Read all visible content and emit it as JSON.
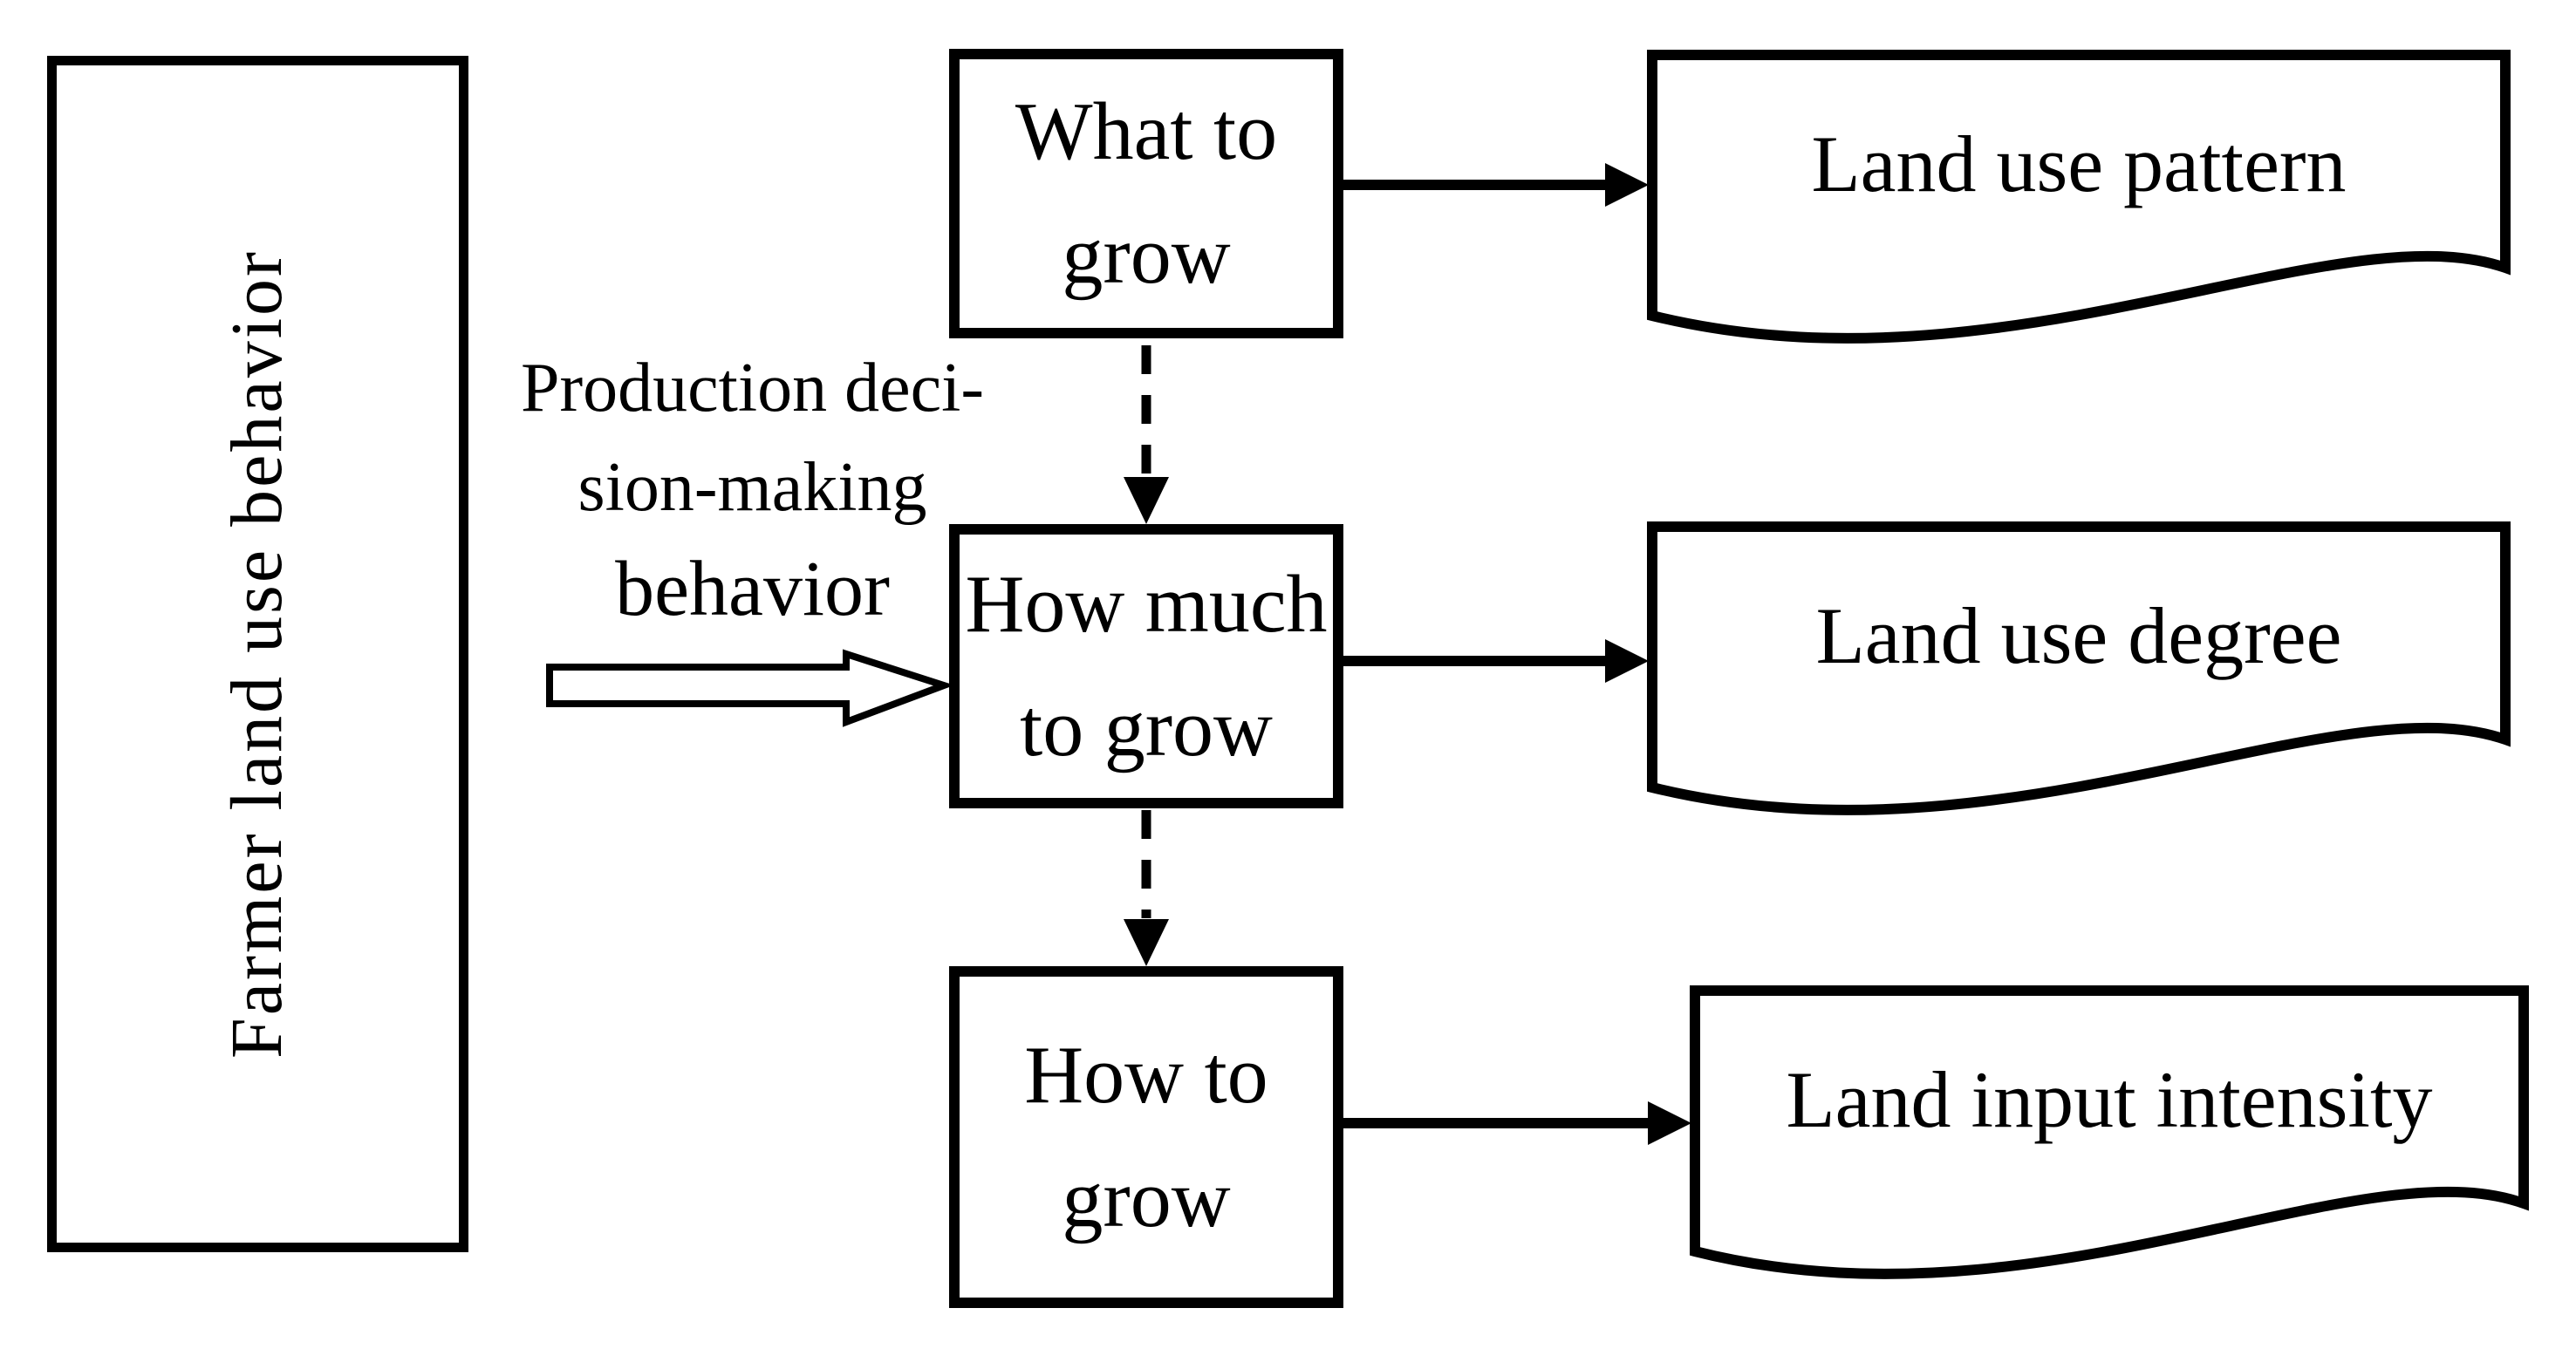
{
  "figure": {
    "type": "flow-diagram",
    "background_color": "#ffffff",
    "ink_color": "#000000"
  },
  "left_panel": {
    "label": "Farmer land use behavior"
  },
  "decision_caption": {
    "line1": "Production deci-",
    "line2": "sion-making",
    "line3": "behavior"
  },
  "process_boxes": [
    {
      "line1": "What to",
      "line2": "grow"
    },
    {
      "line1": "How much",
      "line2": "to grow"
    },
    {
      "line1": "How to",
      "line2": "grow"
    }
  ],
  "output_docs": [
    {
      "label": "Land use pattern"
    },
    {
      "label": "Land use degree"
    },
    {
      "label": "Land input intensity"
    }
  ],
  "connectors": {
    "block_arrow": "production-behavior-to-how-much",
    "dashed": [
      "what-to-grow__how-much-to-grow",
      "how-much-to-grow__how-to-grow"
    ],
    "solid": [
      "what-to-grow__land-use-pattern",
      "how-much-to-grow__land-use-degree",
      "how-to-grow__land-input-intensity"
    ]
  }
}
